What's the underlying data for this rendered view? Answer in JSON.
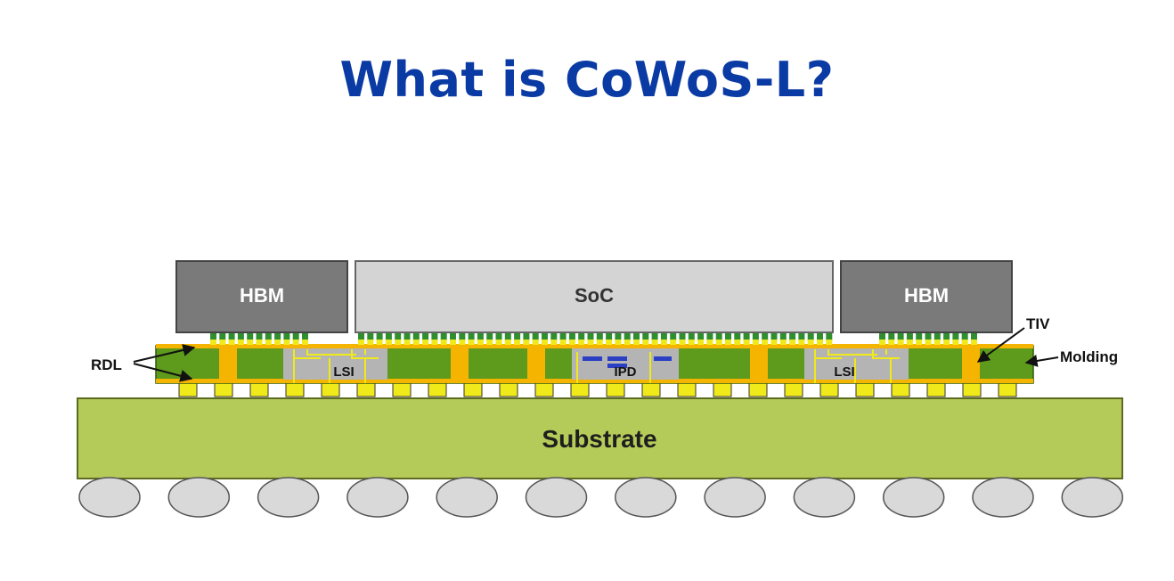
{
  "title": "What is CoWoS-L?",
  "labels": {
    "hbm_left": "HBM",
    "soc": "SoC",
    "hbm_right": "HBM",
    "tiv": "TIV",
    "rdl": "RDL",
    "molding": "Molding",
    "lsi_left": "LSI",
    "ipd": "IPD",
    "lsi_right": "LSI",
    "substrate": "Substrate"
  },
  "colors": {
    "title": "#0a3aa3",
    "hbm": "#7a7a7a",
    "soc": "#d4d4d4",
    "molding": "#5e9a1c",
    "tiv": "#f4b400",
    "bump": "#f0ea1a",
    "substrate": "#b5cb59",
    "ball": "#d9d9d9",
    "bridge": "#b4b4b4"
  }
}
